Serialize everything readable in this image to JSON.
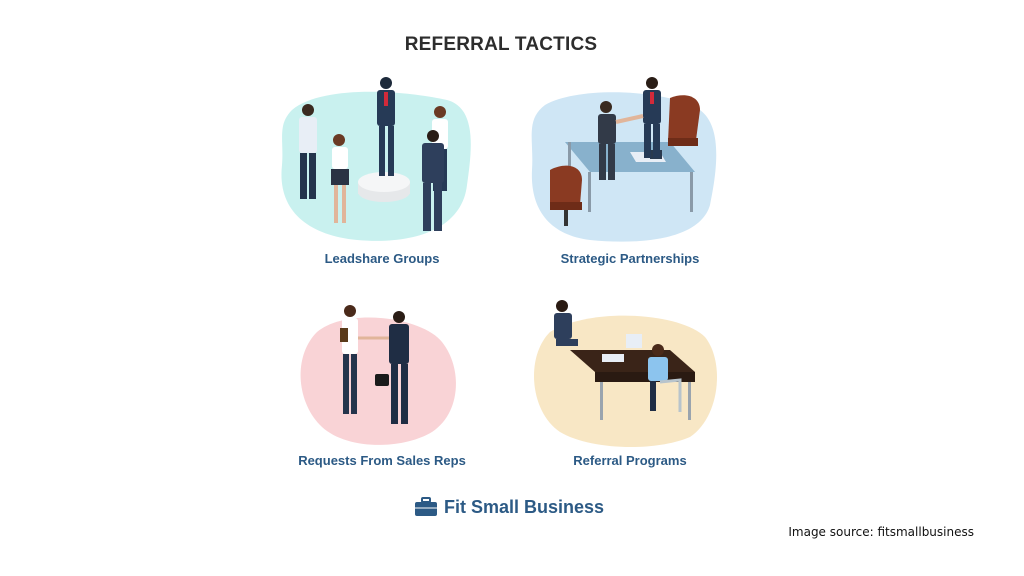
{
  "title": "REFERRAL TACTICS",
  "tactics": [
    {
      "label": "Leadshare Groups",
      "blob_color": "#c9f1ef"
    },
    {
      "label": "Strategic Partnerships",
      "blob_color": "#cfe6f5"
    },
    {
      "label": "Requests From Sales Reps",
      "blob_color": "#f9d3d6"
    },
    {
      "label": "Referral Programs",
      "blob_color": "#f8e7c5"
    }
  ],
  "brand": {
    "name": "Fit Small Business",
    "icon": "briefcase-icon",
    "color": "#2c5a85"
  },
  "source": "Image source: fitsmallbusiness"
}
